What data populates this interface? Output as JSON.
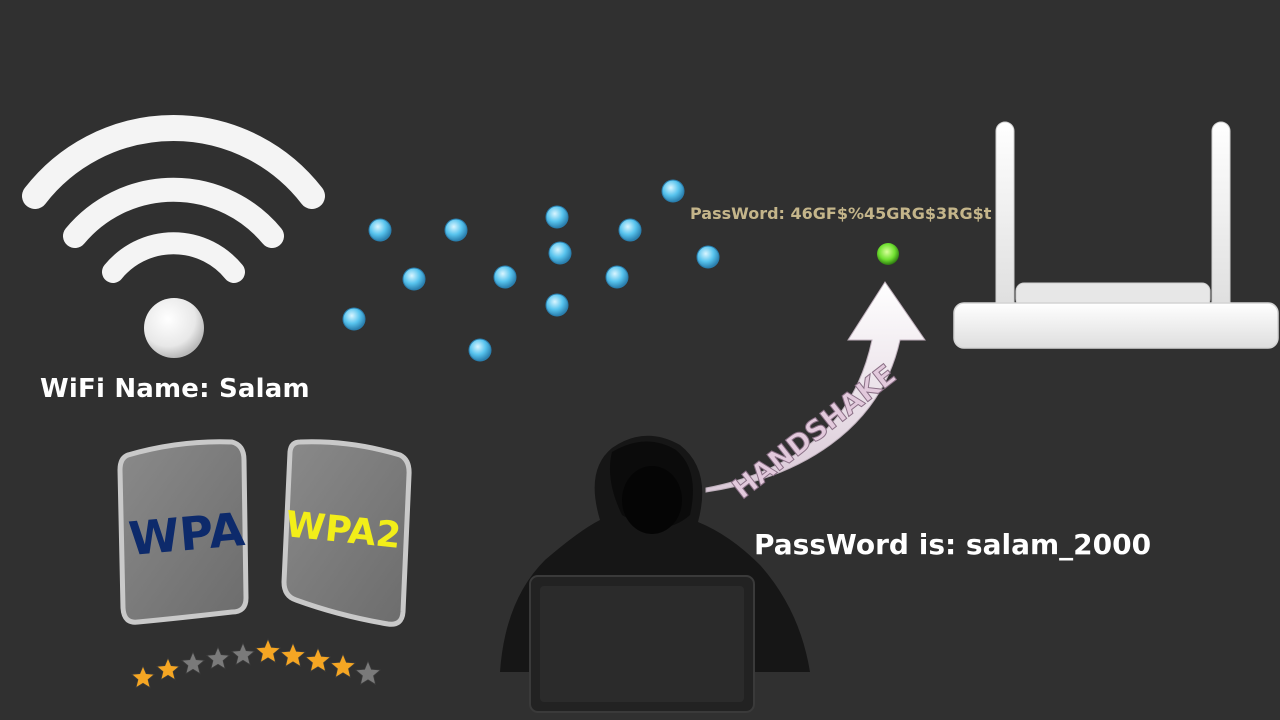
{
  "wifi": {
    "name_label": "WiFi Name: Salam"
  },
  "captured": {
    "hash_label": "PassWord: 46GF$%45GRG$3RG$t"
  },
  "handshake": {
    "label": "HANDSHAKE"
  },
  "result": {
    "password_label": "PassWord is: salam_2000"
  },
  "security_cards": [
    {
      "label": "WPA",
      "color": "#0d2a6b"
    },
    {
      "label": "WPA2",
      "color": "#f2ee19"
    }
  ],
  "rating_left": {
    "value": 2,
    "max": 5
  },
  "rating_right": {
    "value": 4,
    "max": 5
  },
  "colors": {
    "background": "#303030",
    "packet": "#58c4ee",
    "router_led": "#6fe030",
    "star_on": "#f5a623",
    "star_off": "#7a7a7a"
  },
  "icons": [
    "wifi-icon",
    "router-icon",
    "hacker-icon",
    "laptop-icon",
    "arrow-icon",
    "star-icon"
  ]
}
